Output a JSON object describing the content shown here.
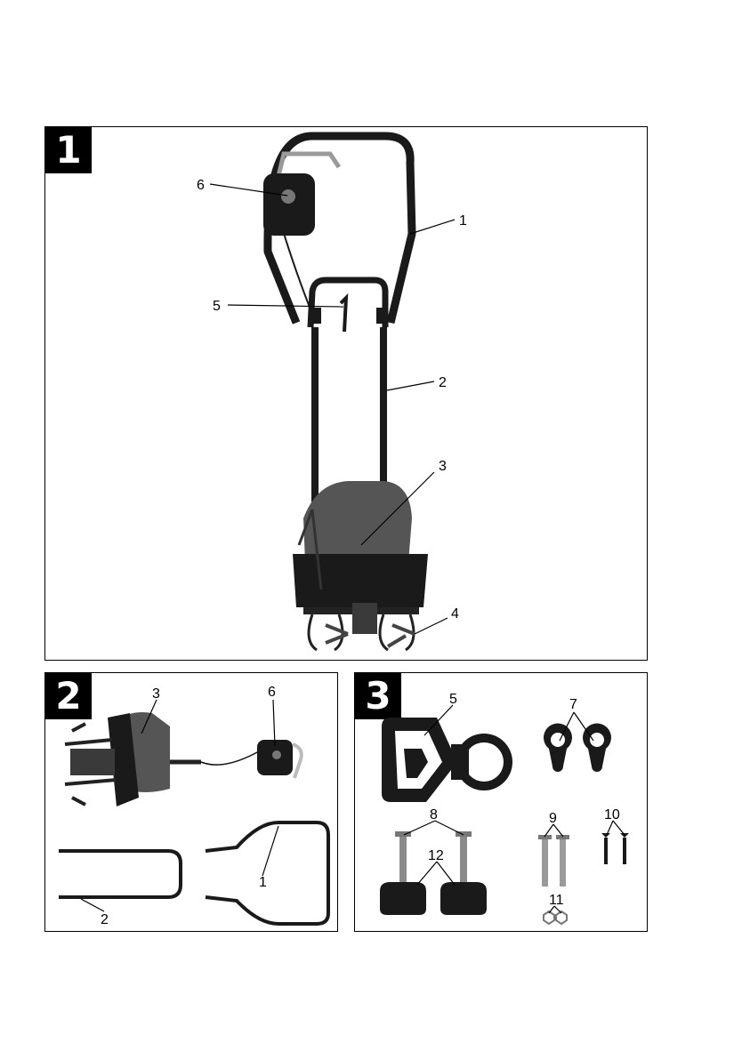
{
  "figures": [
    {
      "number": "1",
      "labels": [
        "1",
        "2",
        "3",
        "4",
        "5",
        "6"
      ]
    },
    {
      "number": "2",
      "labels": [
        "3",
        "6",
        "1",
        "2"
      ]
    },
    {
      "number": "3",
      "labels": [
        "5",
        "7",
        "8",
        "9",
        "10",
        "11",
        "12"
      ]
    }
  ],
  "colors": {
    "panel_border": "#000000",
    "part_dark": "#1a1a1a",
    "housing": "#555555",
    "metal": "#8a8a8a"
  }
}
